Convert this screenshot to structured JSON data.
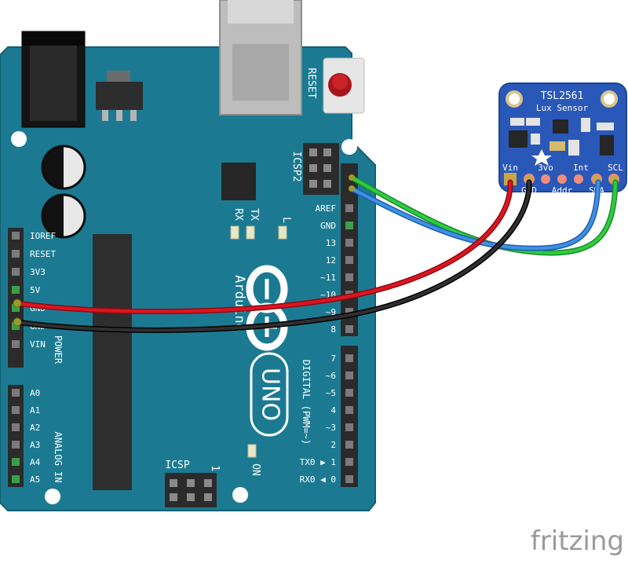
{
  "board": {
    "name": "Arduino",
    "model": "UNO",
    "reset_label": "RESET",
    "icsp2_label": "ICSP2",
    "icsp_label": "ICSP",
    "icsp_pin1": "1",
    "tx_label": "TX",
    "rx_label": "RX",
    "l_label": "L",
    "on_label": "ON",
    "power_label": "POWER",
    "analog_label": "ANALOG IN",
    "digital_label": "DIGITAL (PWM=~)",
    "power_pins": [
      "IOREF",
      "RESET",
      "3V3",
      "5V",
      "GND",
      "GND",
      "VIN"
    ],
    "analog_pins": [
      "A0",
      "A1",
      "A2",
      "A3",
      "A4",
      "A5"
    ],
    "top_header_pins": [
      "AREF",
      "GND",
      "13",
      "12",
      "~11",
      "~10",
      "~9",
      "8"
    ],
    "bottom_header_pins": [
      "7",
      "~6",
      "~5",
      "4",
      "~3",
      "2",
      "TX0 ▶ 1",
      "RX0 ◀ 0"
    ],
    "colors": {
      "pcb": "#1b7a92",
      "pcb_edge": "#145f73",
      "header": "#2b2b2b"
    }
  },
  "sensor": {
    "title": "TSL2561",
    "subtitle": "Lux Sensor",
    "pins_top": [
      "Vin",
      "3vo",
      "Int",
      "SCL"
    ],
    "pins_bottom": [
      "GND",
      "Addr",
      "SDA"
    ],
    "colors": {
      "pcb": "#2a58b8"
    }
  },
  "wires": [
    {
      "from": "Vin",
      "to": "5V",
      "color": "#d0101b"
    },
    {
      "from": "GND",
      "to": "GND",
      "color": "#1c1c1c"
    },
    {
      "from": "SDA",
      "to": "A4 / SDA header",
      "color": "#3a86d6"
    },
    {
      "from": "SCL",
      "to": "A5 / SCL header",
      "color": "#25b53a"
    }
  ],
  "branding": {
    "watermark": "fritzing"
  }
}
